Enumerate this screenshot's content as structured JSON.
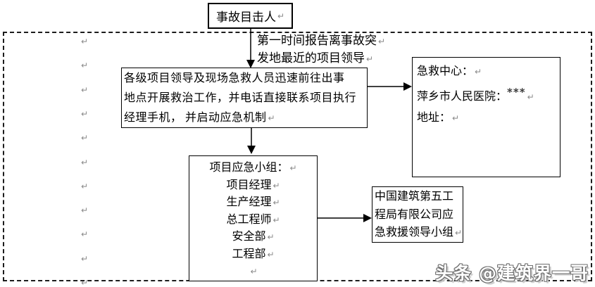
{
  "glyphs": {
    "return_mark": "↵"
  },
  "colors": {
    "line": "#000000",
    "dashed_border": "#1c1c1c",
    "pilcrow": "#8a8a8a"
  },
  "witness_box": {
    "label": "事故目击人"
  },
  "report_note": {
    "lines": [
      "第一时间报告离事故突",
      "发地最近的项目领导"
    ]
  },
  "response_box": {
    "lines": [
      "各级项目领导及现场急救人员迅速前往出事",
      "地点开展救治工作，并电话直接联系项目执行",
      "经理手机， 并启动应急机制"
    ]
  },
  "emergency_center_box": {
    "line1": "急救中心：",
    "line2_label": "萍乡市人民医院：",
    "line2_stars": "***",
    "line3": "地址："
  },
  "project_team_box": {
    "lines": [
      "项目应急小组：",
      "项目经理",
      "生产经理",
      "总工程师",
      "安全部",
      "工程部",
      ""
    ]
  },
  "cscec_box": {
    "lines": [
      "中国建筑第五工",
      "程局有限公司应",
      "急救援领导小组"
    ]
  },
  "watermark": {
    "text": "头条 @建筑界一哥"
  },
  "margin_marks": {
    "count": 11
  }
}
